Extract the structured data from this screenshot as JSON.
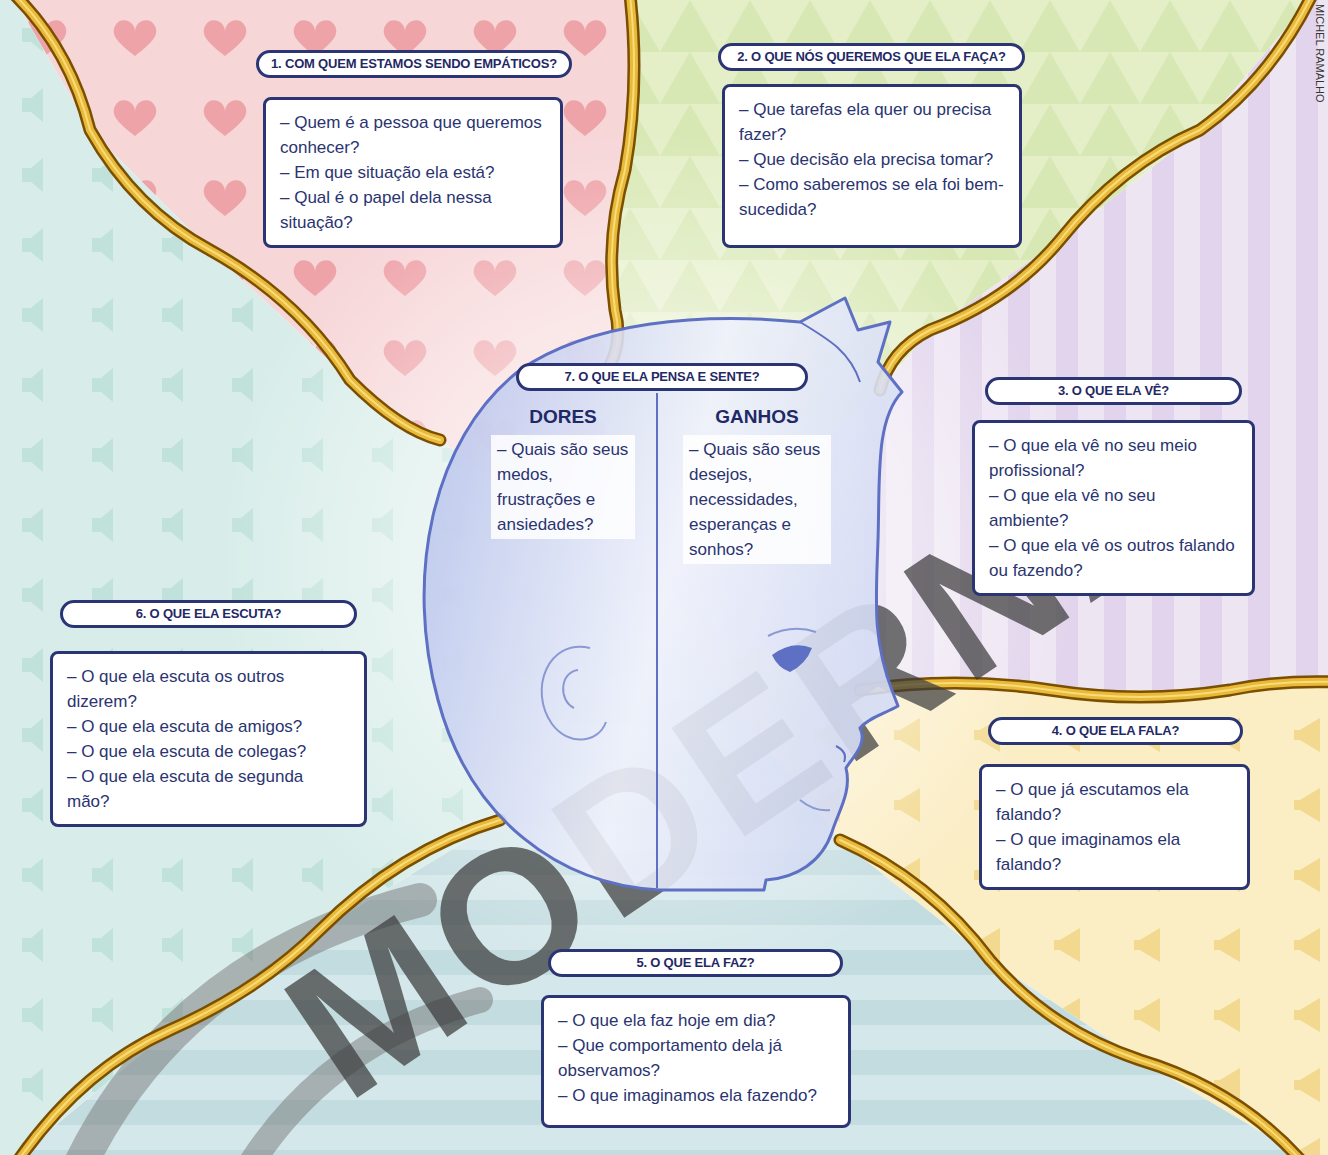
{
  "diagram": {
    "nodes": [
      {
        "text": [
          "1. COM QUEM ESTAMOS SENDO EMPÁTICOS?",
          "– Quem é a pessoa que queremos conhecer?",
          "– Em que situação ela está?",
          "– Qual é o papel dela nessa situação?"
        ]
      },
      {
        "text": [
          "2. O QUE NÓS QUEREMOS QUE ELA FAÇA?",
          "– Que tarefas ela quer ou precisa fazer?",
          "– Que decisão ela precisa tomar?",
          "– Como saberemos se ela foi bem-sucedida?"
        ]
      },
      {
        "text": [
          "3. O QUE ELA VÊ?",
          "– O que ela vê no seu meio profissional?",
          "– O que ela vê no seu ambiente?",
          "– O que ela vê os outros falando ou fazendo?"
        ]
      },
      {
        "text": [
          "4. O QUE ELA FALA?",
          "– O que já escutamos ela falando?",
          "– O que imaginamos ela falando?"
        ]
      },
      {
        "text": [
          "5. O QUE ELA FAZ?",
          "– O que ela faz hoje em dia?",
          "– Que comportamento dela já observamos?",
          "– O que imaginamos ela fazendo?"
        ]
      },
      {
        "text": [
          "6. O QUE ELA ESCUTA?",
          "– O que ela escuta os outros dizerem?",
          "– O que ela escuta de amigos?",
          "– O que ela escuta de colegas?",
          "– O que ela escuta de segunda mão?"
        ]
      },
      {
        "text": [
          "7. O QUE ELA PENSA E SENTE?"
        ]
      },
      {
        "text": [
          "DORES",
          "– Quais são seus medos, frustrações e ansiedades?"
        ],
        "in": 6
      },
      {
        "text": [
          "GANHOS",
          "– Quais são seus desejos, necessidades, esperanças e sonhos?"
        ],
        "in": 6
      }
    ],
    "labels": [
      "MICHEL RAMALHO",
      "MODERNA"
    ]
  }
}
